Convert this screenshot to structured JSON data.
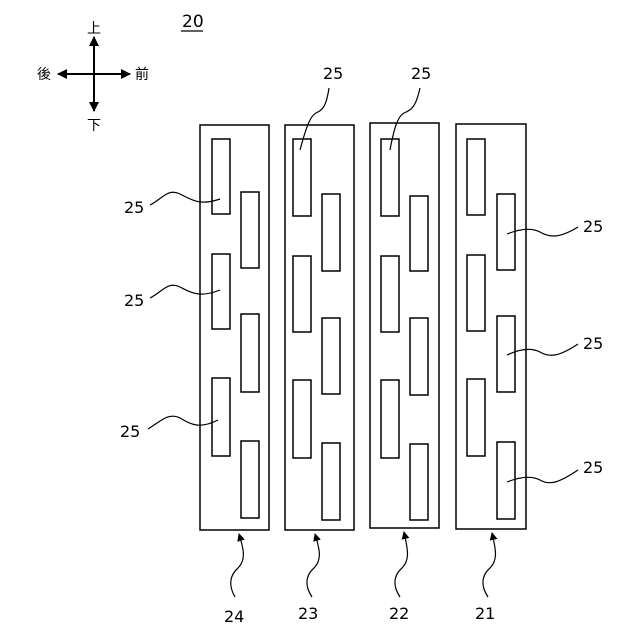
{
  "figure": {
    "number": "20",
    "directions": {
      "up": "上",
      "down": "下",
      "back": "後",
      "front": "前"
    }
  },
  "panels": [
    {
      "id": "24",
      "label": "24"
    },
    {
      "id": "23",
      "label": "23"
    },
    {
      "id": "22",
      "label": "22"
    },
    {
      "id": "21",
      "label": "21"
    }
  ],
  "element_label": "25",
  "colors": {
    "line": "#000000",
    "background": "#ffffff"
  }
}
